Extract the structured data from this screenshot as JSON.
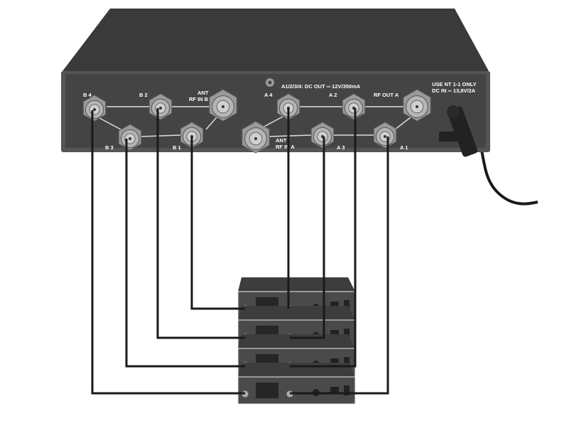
{
  "splitter": {
    "labels": {
      "b4": "B 4",
      "b2": "B 2",
      "b3": "B 3",
      "b1": "B 1",
      "a4": "A 4",
      "a2": "A 2",
      "a3": "A 3",
      "a1": "A 1",
      "ant_b_1": "ANT",
      "ant_b_2": "RF IN B",
      "ant_a_1": "ANT",
      "ant_a_2": "RF IN A",
      "rf_out_a": "RF OUT A",
      "dc_out": "A1/2/3/4: DC OUT ═ 12V/350mA",
      "power_1": "USE NT 1-1 ONLY",
      "power_2": "DC IN ═ 13,8V/2A"
    }
  },
  "colors": {
    "housing": "#3d3d3d",
    "panel": "#4d4d4d",
    "connector": "#b5b5b5",
    "cable": "#1a1a1a"
  },
  "receivers": {
    "count": 4
  }
}
